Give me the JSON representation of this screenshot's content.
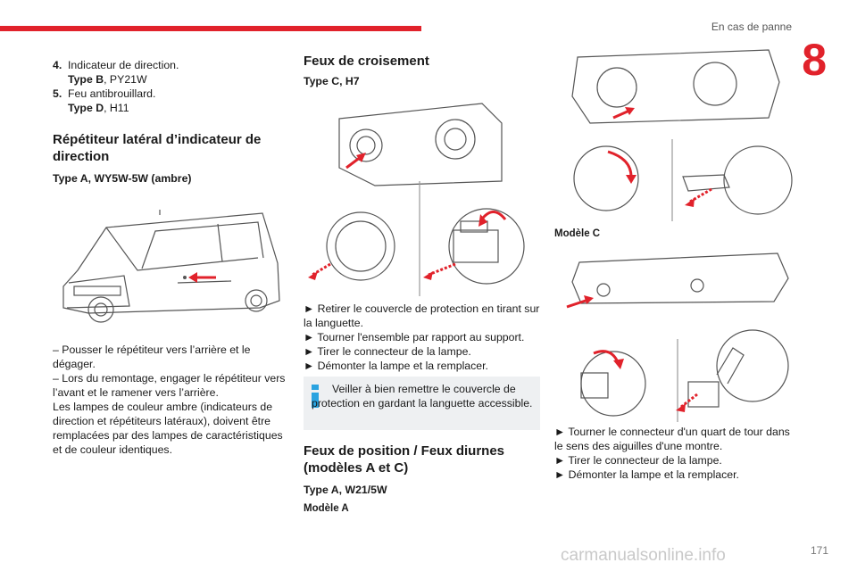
{
  "header": {
    "section_title": "En cas de panne",
    "chapter_number": "8"
  },
  "col1": {
    "list": [
      {
        "num": "4.",
        "text": "Indicateur de direction.",
        "type_bold": "Type B",
        "type_rest": ", PY21W"
      },
      {
        "num": "5.",
        "text": "Feu antibrouillard.",
        "type_bold": "Type D",
        "type_rest": ", H11"
      }
    ],
    "heading": "Répétiteur latéral d’indicateur de direction",
    "subheading": "Type A, WY5W-5W (ambre)",
    "p1": "– Pousser le répétiteur vers l’arrière et le dégager.",
    "p2": "– Lors du remontage, engager le répétiteur vers l’avant et le ramener vers l’arrière.",
    "p3": "Les lampes de couleur ambre (indicateurs de direction et répétiteurs latéraux), doivent être remplacées par des lampes de caractéristiques et de couleur identiques."
  },
  "col2": {
    "heading": "Feux de croisement",
    "subheading": "Type C, H7",
    "steps": [
      "► Retirer le couvercle de protection en tirant sur la languette.",
      "► Tourner l'ensemble par rapport au support.",
      "► Tirer le connecteur de la lampe.",
      "► Démonter la lampe et la remplacer."
    ],
    "info": "Veiller à bien remettre le couvercle de protection en gardant la languette accessible.",
    "heading2": "Feux de position / Feux diurnes (modèles A et C)",
    "subheading2": "Type A, W21/5W",
    "model_a": "Modèle A"
  },
  "col3": {
    "model_c": "Modèle C",
    "steps": [
      "► Tourner le connecteur d'un quart de tour dans le sens des aiguilles d'une montre.",
      "► Tirer le connecteur de la lampe.",
      "► Démonter la lampe et la remplacer."
    ]
  },
  "footer": {
    "page_number": "171",
    "watermark": "carmanualsonline.info"
  },
  "colors": {
    "accent": "#e1222b",
    "info": "#2aa3e0",
    "line": "#555555"
  },
  "icons": [
    "info-icon",
    "arrow-icon"
  ]
}
